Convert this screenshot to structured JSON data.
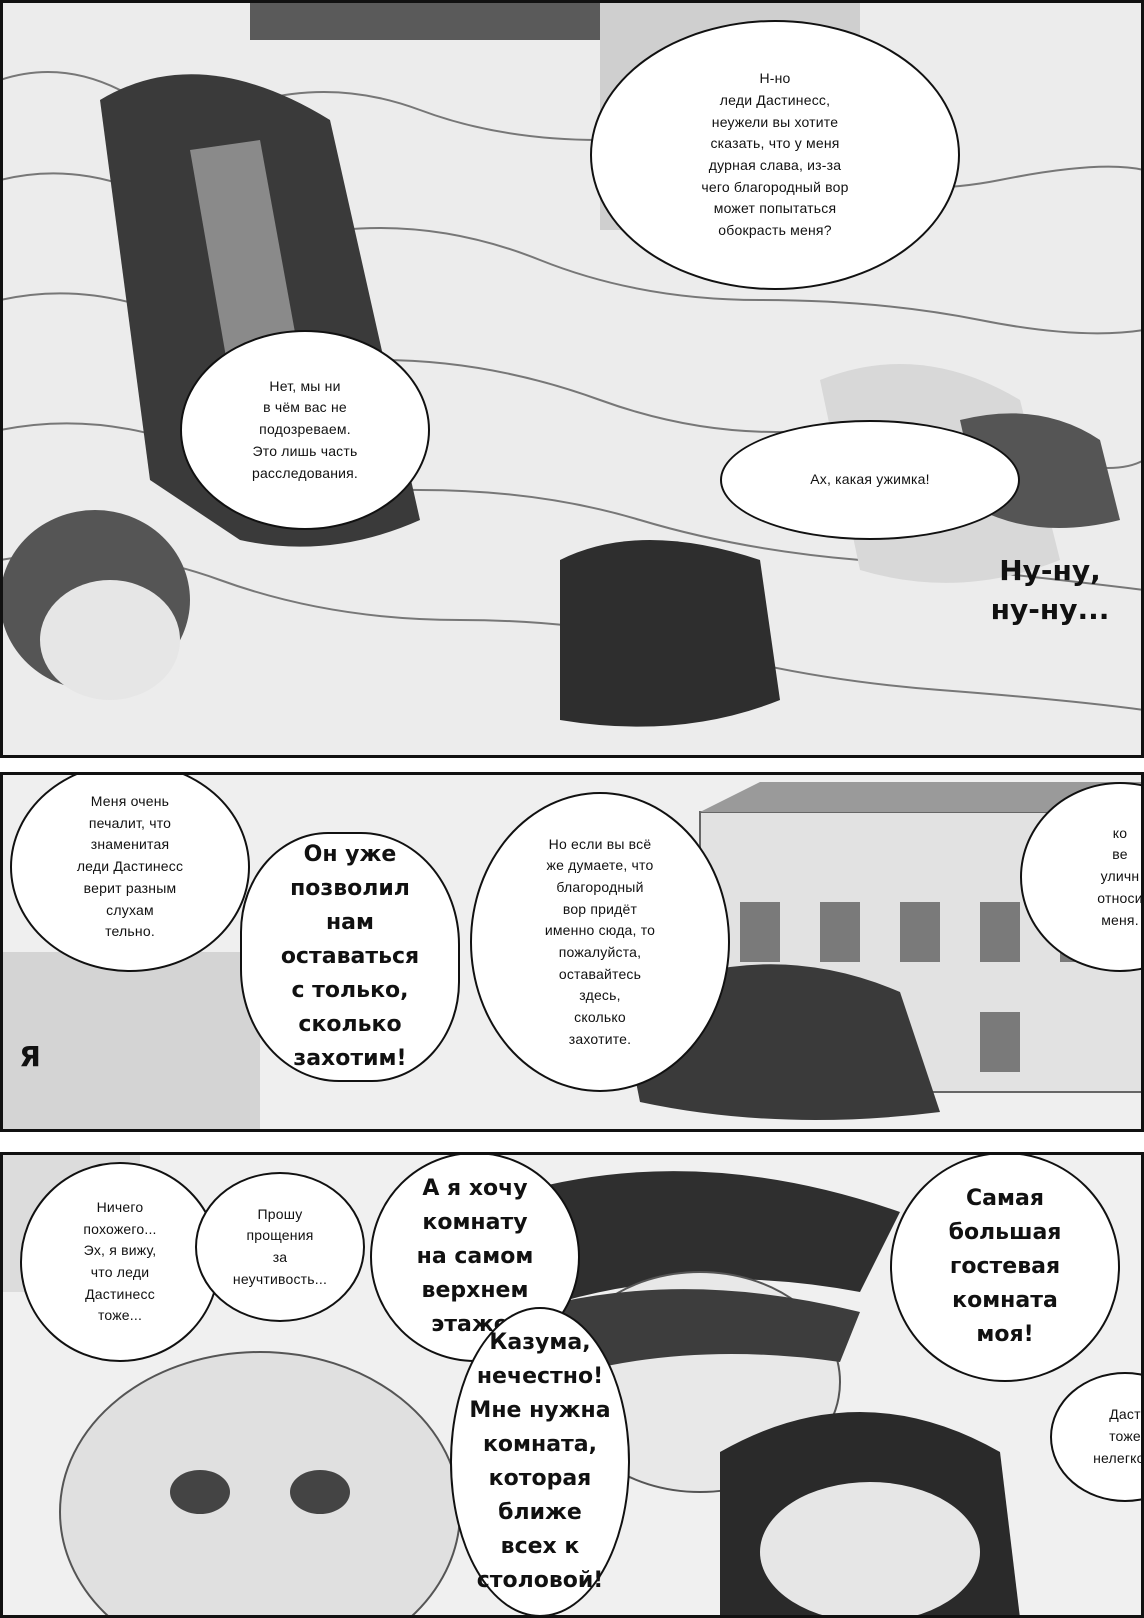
{
  "panel1": {
    "bubble_a": "Н-но\nледи Дастинесс,\nнеужели вы хотите\nсказать, что у меня\nдурная слава, из-за\nчего благородный вор\nможет попытаться\nобокрасть меня?",
    "bubble_b": "Нет, мы ни\nв чём вас не\nподозреваем.\nЭто лишь часть\nрасследования.",
    "bubble_c": "Ах, какая ужимка!",
    "bubble_d": "Ну-ну,\nну-ну..."
  },
  "panel2": {
    "bubble_a": "Меня очень\nпечалит, что\nзнаменитая\nледи Дастинесс\nверит разным\nслухам\nтельно.",
    "bubble_b": "Он уже\nпозволил\nнам\nоставаться\nс только,\nсколько\nзахотим!",
    "bubble_c": "Но если вы всё\nже думаете, что\nблагородный\nвор придёт\nименно сюда, то\nпожалуйста,\nоставайтесь\nздесь,\nсколько\nзахотите.",
    "bubble_d": "ко\nве\nуличн\nотноси\nменя.",
    "bubble_e": "Я"
  },
  "panel3": {
    "bubble_a": "Ничего\nпохожего...\nЭх, я вижу,\nчто леди\nДастинесс\nтоже...",
    "bubble_b": "Прошу\nпрощения\nза\nнеучтивость...",
    "bubble_c": "А я хочу\nкомнату\nна самом\nверхнем\nэтаже!",
    "bubble_d": "Самая\nбольшая\nгостевая\nкомната\nмоя!",
    "bubble_e": "Казума,\nнечестно!\nМне нужна\nкомната,\nкоторая\nближе\nвсех к\nстоловой!",
    "bubble_f": "Даст\nтоже\nнелегко..."
  }
}
